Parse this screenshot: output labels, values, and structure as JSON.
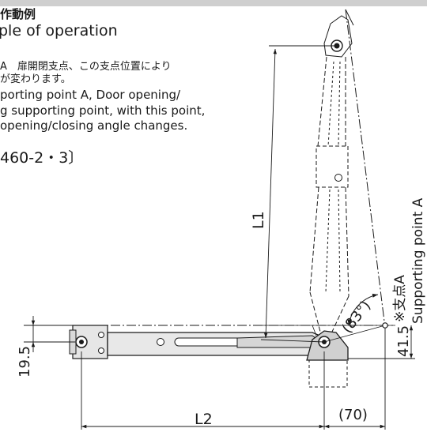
{
  "heading": {
    "jp": "作動例",
    "en": "ple of operation"
  },
  "note": {
    "jp_line1": "A　扉開閉支点、この支点位置により",
    "jp_line2": "が変わります。",
    "en_line1": "porting point A, Door opening/",
    "en_line2": "g supporting point, with this point,",
    "en_line3": "opening/closing  angle changes."
  },
  "model_ref": "460-2・3〕",
  "dimensions": {
    "L1": "L1",
    "L2": "L2",
    "d70": "(70)",
    "d19_5": "19.5",
    "d41_5": "41.5",
    "angle": "(83°)"
  },
  "support_label": {
    "jp": "※支点A",
    "en": "Supporting point A"
  }
}
